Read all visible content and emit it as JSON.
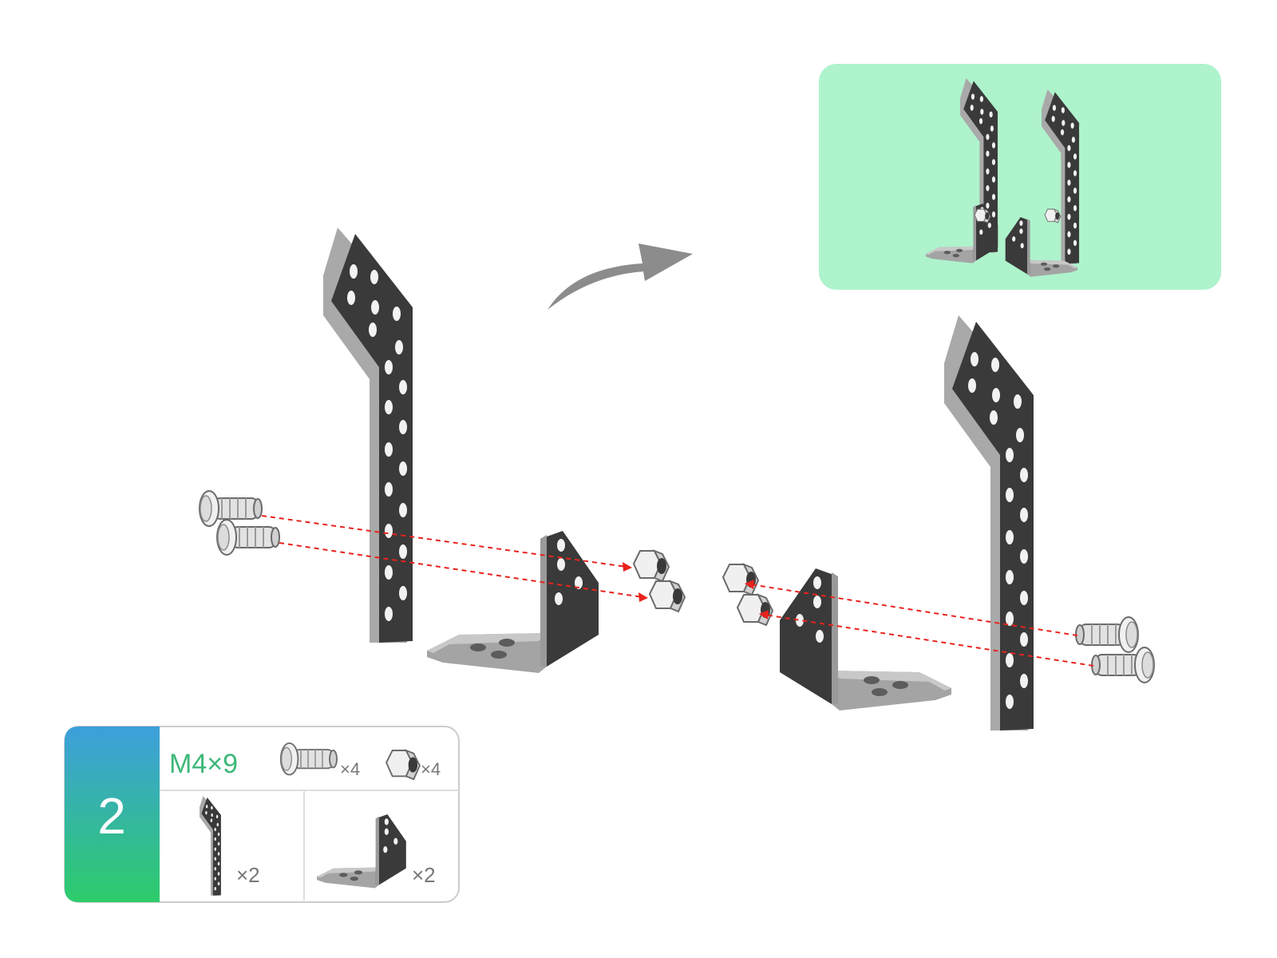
{
  "step": {
    "number": "2",
    "gradient_top": "#3d9fdc",
    "gradient_bottom": "#2dcc6a"
  },
  "parts_list": {
    "screw_spec": "M4×9",
    "screw_qty": "×4",
    "nut_qty": "×4",
    "long_bracket_qty": "×2",
    "angle_bracket_qty": "×2",
    "spec_color": "#3cb878"
  },
  "result_preview": {
    "background": "#aef3cc"
  },
  "colors": {
    "plate": "#3a3a3a",
    "plate_edge": "#a9a9a9",
    "guide_line": "#e8231d",
    "arrow": "#8c8c8c",
    "hardware": "#e6e6e6"
  },
  "icons": {
    "arrow": "curved-arrow-icon",
    "screw": "screw-icon",
    "nut": "hex-nut-icon"
  }
}
